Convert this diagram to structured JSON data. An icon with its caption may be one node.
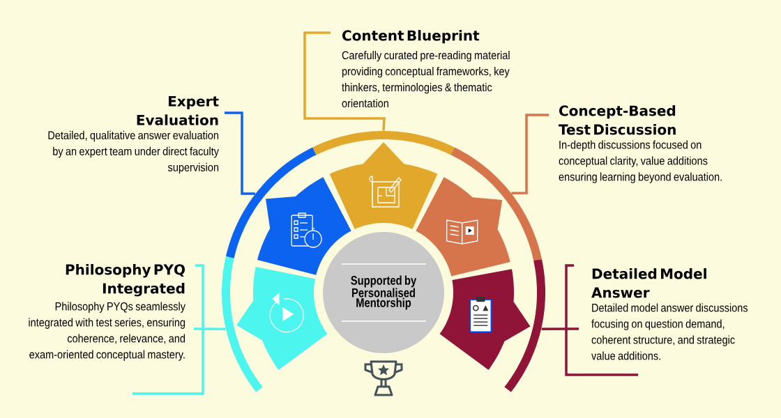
{
  "diagram": {
    "nodes": [
      {
        "text": [
          "Content Blueprint",
          "Carefully curated pre-reading material providing conceptual frameworks, key thinkers, terminologies & thematic orientation"
        ]
      },
      {
        "text": [
          "Expert Evaluation",
          "Detailed, qualitative answer evaluation by an expert team under direct faculty supervision"
        ]
      },
      {
        "text": [
          "Concept-Based Test Discussion",
          "In-depth discussions focused on conceptual clarity, value additions ensuring learning beyond evaluation."
        ]
      },
      {
        "text": [
          "Philosophy PYQ Integrated",
          "Philosophy PYQs seamlessly integrated with test series, ensuring coherence, relevance, and exam-oriented conceptual mastery."
        ]
      },
      {
        "text": [
          "Detailed Model Answer",
          "Detailed model answer discussions focusing on question demand, coherent structure, and strategic value additions."
        ]
      },
      {
        "text": [
          "Supported by Personalised Mentorship"
        ]
      },
      {
        "text": [],
        "shape": "arc"
      },
      {
        "text": [],
        "shape": "arc"
      },
      {
        "text": [],
        "shape": "arc"
      },
      {
        "text": [],
        "shape": "arc"
      },
      {
        "text": [],
        "shape": "arc"
      },
      {
        "text": [],
        "shape": "wedge"
      },
      {
        "text": [],
        "shape": "wedge"
      },
      {
        "text": [],
        "shape": "wedge"
      },
      {
        "text": [],
        "shape": "wedge"
      },
      {
        "text": [],
        "shape": "wedge"
      }
    ],
    "edges": [
      {
        "from": 0,
        "to": 8,
        "arrow": "none",
        "color": "#e1a82c"
      },
      {
        "from": 1,
        "to": 7,
        "arrow": "none",
        "color": "#0c63f0"
      },
      {
        "from": 2,
        "to": 9,
        "arrow": "none",
        "color": "#d6744c"
      },
      {
        "from": 3,
        "to": 6,
        "arrow": "none",
        "color": "#4df5ef"
      },
      {
        "from": 4,
        "to": 10,
        "arrow": "none",
        "color": "#901338"
      }
    ]
  }
}
